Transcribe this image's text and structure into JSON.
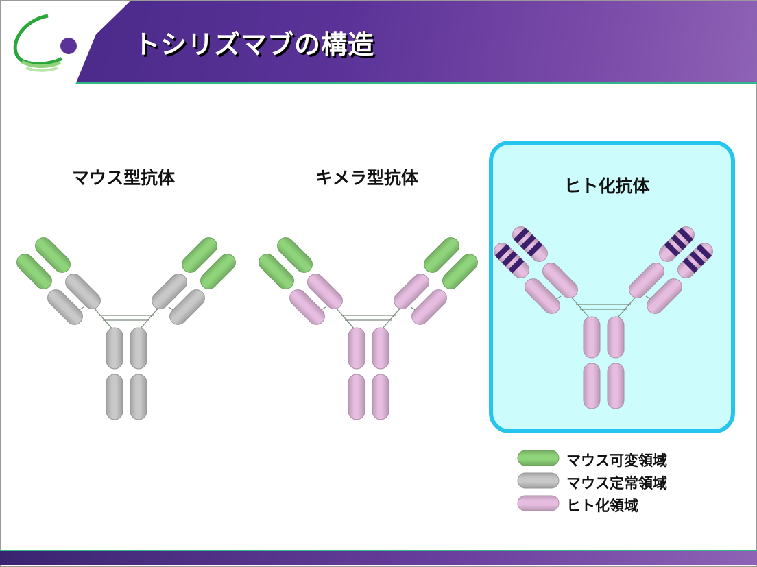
{
  "slide": {
    "title": "トシリズマブの構造"
  },
  "antibodies": [
    {
      "label": "マウス型抗体",
      "variable": "mouse_variable",
      "constant": "mouse_constant",
      "highlighted": false
    },
    {
      "label": "キメラ型抗体",
      "variable": "mouse_variable",
      "constant": "human",
      "highlighted": false
    },
    {
      "label": "ヒト化抗体",
      "variable": "humanized_striped",
      "constant": "human",
      "highlighted": true
    }
  ],
  "legend": [
    {
      "type": "mouse_variable",
      "label": "マウス可変領域"
    },
    {
      "type": "mouse_constant",
      "label": "マウス定常領域"
    },
    {
      "type": "human",
      "label": "ヒト化領域"
    }
  ],
  "colors": {
    "mouse_variable": "#8fd47a",
    "mouse_constant": "#c8c8c8",
    "human": "#e6bde0",
    "stripe": "#3a1f6a",
    "highlight_border": "#27c4ee",
    "highlight_fill": "#ccfcfc",
    "header": "#5b3398"
  }
}
